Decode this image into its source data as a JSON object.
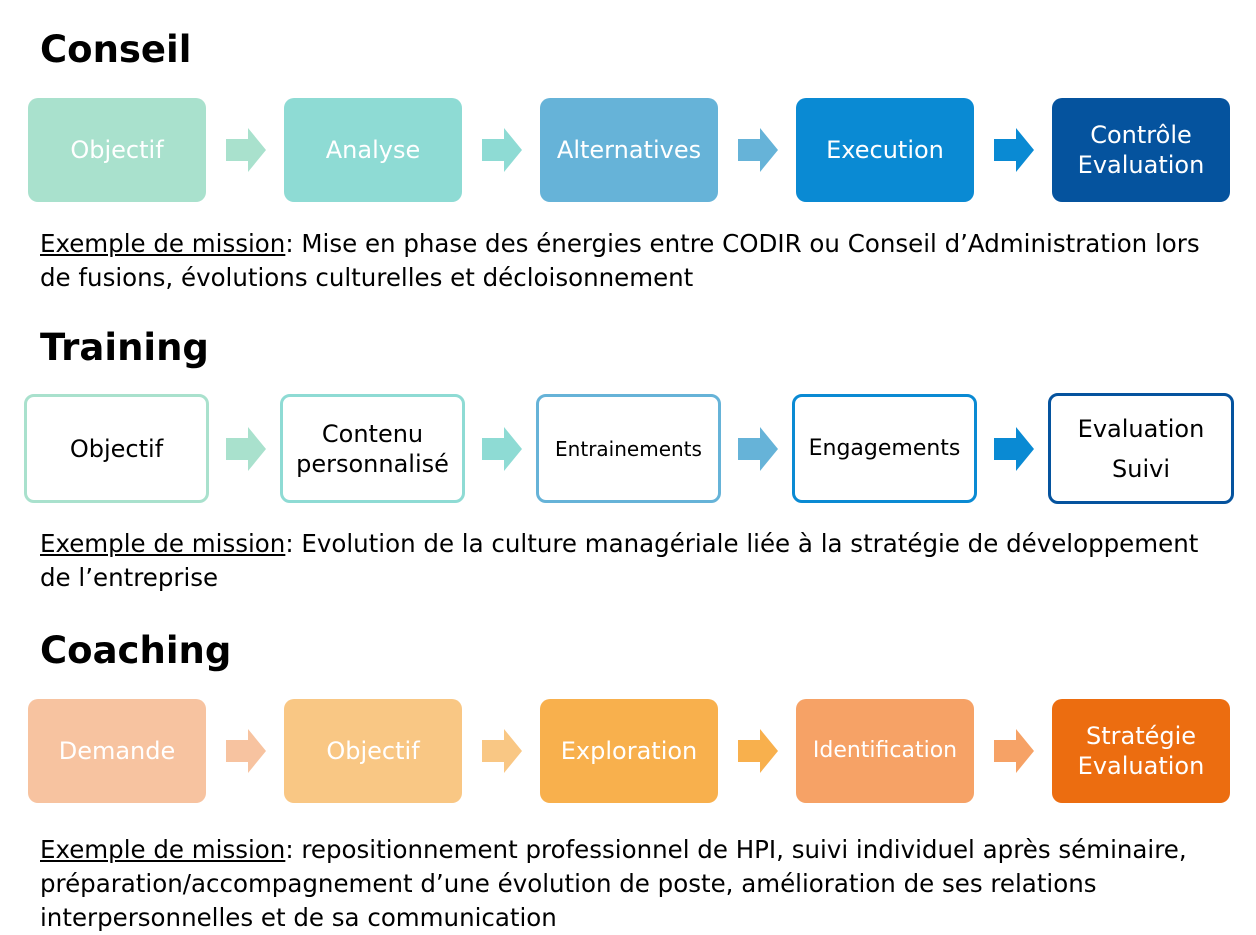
{
  "sections": [
    {
      "title": "Conseil",
      "steps": [
        {
          "lines": [
            "Objectif"
          ],
          "color": "#a9e1cd"
        },
        {
          "lines": [
            "Analyse"
          ],
          "color": "#8edbd4"
        },
        {
          "lines": [
            "Alternatives"
          ],
          "color": "#66b3d8"
        },
        {
          "lines": [
            "Execution"
          ],
          "color": "#0a8ad3"
        },
        {
          "lines": [
            "Contrôle",
            "Evaluation"
          ],
          "color": "#05539e"
        }
      ],
      "arrow_colors": [
        "#a9e1cd",
        "#8edbd4",
        "#66b3d8",
        "#0a8ad3"
      ],
      "mission_label": "Exemple de mission",
      "mission_text": ": Mise en phase des énergies entre CODIR ou Conseil d’Administration lors de fusions, évolutions culturelles et décloisonnement"
    },
    {
      "title": "Training",
      "steps": [
        {
          "lines": [
            "Objectif"
          ],
          "color": "#a9e1cd"
        },
        {
          "lines": [
            "Contenu",
            "personnalisé"
          ],
          "color": "#8edbd4"
        },
        {
          "lines": [
            "Entrainements"
          ],
          "color": "#66b3d8"
        },
        {
          "lines": [
            "Engagements"
          ],
          "color": "#0a8ad3"
        },
        {
          "lines": [
            "Evaluation",
            "Suivi"
          ],
          "color": "#05539e"
        }
      ],
      "arrow_colors": [
        "#a9e1cd",
        "#8edbd4",
        "#66b3d8",
        "#0a8ad3"
      ],
      "mission_label": "Exemple de mission",
      "mission_text": ": Evolution de la culture managériale liée à la stratégie de développement de l’entreprise"
    },
    {
      "title": "Coaching",
      "steps": [
        {
          "lines": [
            "Demande"
          ],
          "color": "#f7c3a0"
        },
        {
          "lines": [
            "Objectif"
          ],
          "color": "#f9c784"
        },
        {
          "lines": [
            "Exploration"
          ],
          "color": "#f8b04d"
        },
        {
          "lines": [
            "Identification"
          ],
          "color": "#f6a266"
        },
        {
          "lines": [
            "Stratégie",
            "Evaluation"
          ],
          "color": "#ec6d10"
        }
      ],
      "arrow_colors": [
        "#f7c3a0",
        "#f9c784",
        "#f8b04d",
        "#f6a266"
      ],
      "mission_label": "Exemple de mission",
      "mission_text": ": repositionnement professionnel de HPI, suivi individuel après séminaire, préparation/accompagnement d’une évolution de poste, amélioration de ses relations interpersonnelles et de sa communication"
    }
  ]
}
